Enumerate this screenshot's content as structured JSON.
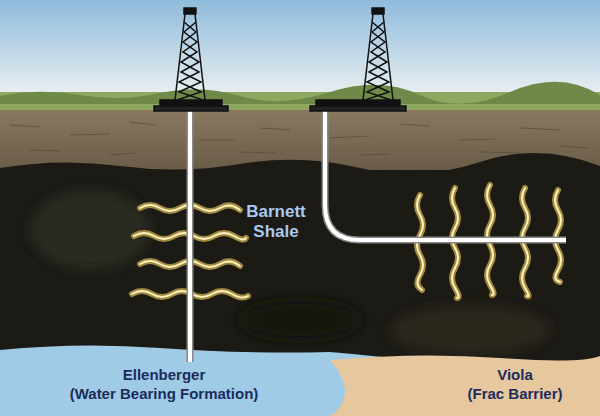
{
  "diagram": {
    "labels": [
      "Barnett Shale",
      "Ellenberger",
      "(Water Bearing Formation)",
      "Viola",
      "(Frac Barrier)"
    ]
  }
}
